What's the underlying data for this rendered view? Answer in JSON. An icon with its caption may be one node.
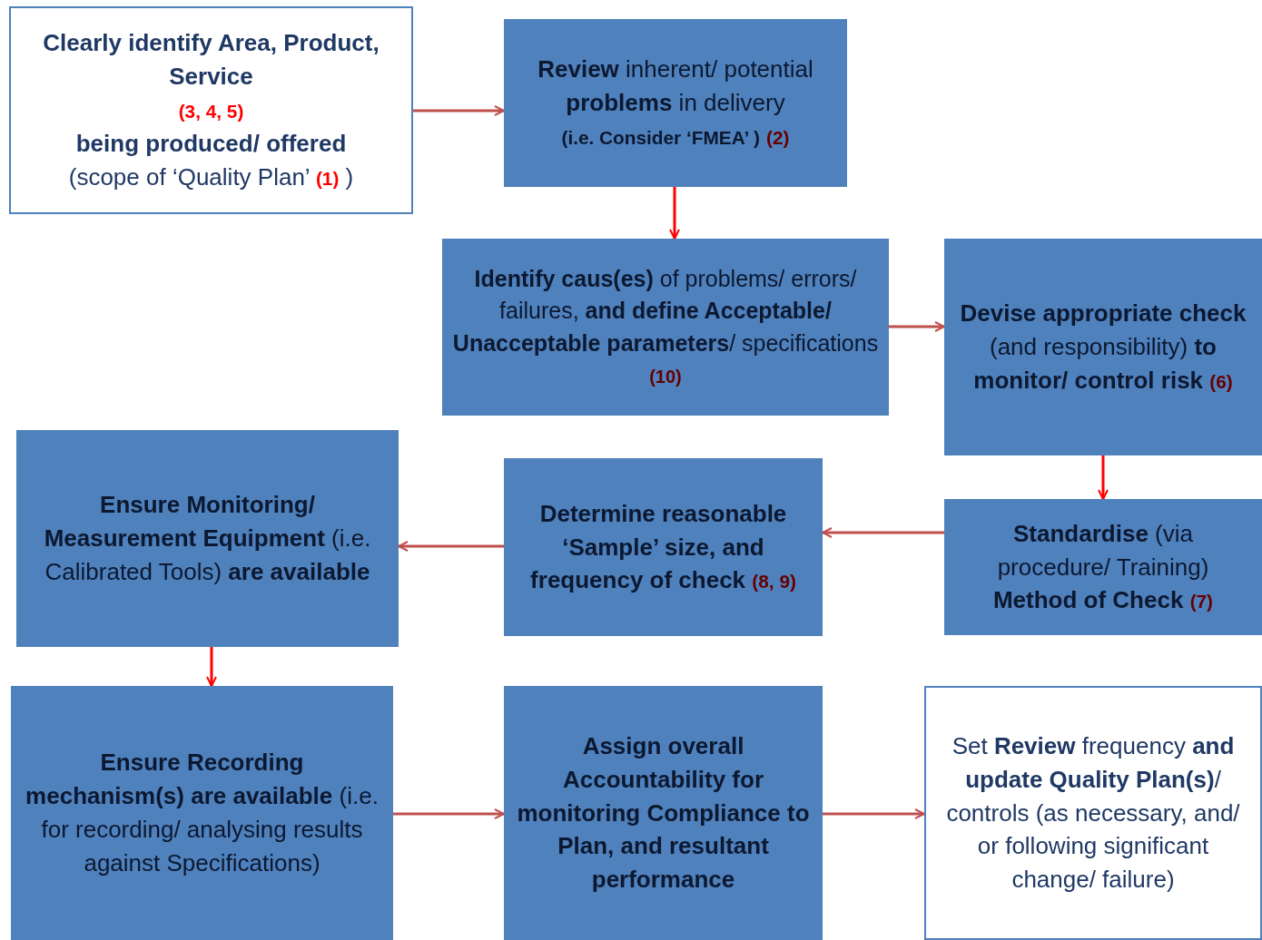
{
  "diagram": {
    "nodes": [
      {
        "text": [
          "Clearly identify Area, Product, Service",
          "(3, 4, 5)",
          "being produced/ offered",
          "(scope of ‘Quality Plan’",
          "(1)",
          ")"
        ]
      },
      {
        "text": [
          "**Review** inherent/ potential **problems** in delivery",
          "(i.e. Consider ‘FMEA’ )",
          "(2)"
        ]
      },
      {
        "text": [
          "**Identify caus(es)** of problems/ errors/ failures, **and define Acceptable/ Unacceptable parameters**/ specifications",
          "(10)"
        ]
      },
      {
        "text": [
          "**Devise appropriate check** (and responsibility) **to monitor/ control risk**",
          "(6)"
        ]
      },
      {
        "text": [
          "**Ensure Monitoring/ Measurement Equipment** (i.e. Calibrated Tools) **are available**"
        ]
      },
      {
        "text": [
          "Determine reasonable ‘Sample’ size, and frequency of check",
          "(8, 9)"
        ]
      },
      {
        "text": [
          "**Standardise** (via procedure/ Training) **Method of Check**",
          "(7)"
        ]
      },
      {
        "text": [
          "**Ensure Recording mechanism(s) are available** (i.e. for recording/ analysing results against Specifications)"
        ]
      },
      {
        "text": [
          "Assign overall Accountability for monitoring Compliance to Plan, and resultant performance"
        ]
      },
      {
        "text": [
          "Set **Review** frequency **and update Quality Plan(s)**/ controls (as necessary, and/ or following significant change/ failure)"
        ]
      }
    ],
    "edges": [
      {
        "from": 0,
        "to": 1,
        "arrow": "to"
      },
      {
        "from": 1,
        "to": 2,
        "arrow": "to",
        "color": "#ff0000"
      },
      {
        "from": 2,
        "to": 3,
        "arrow": "to"
      },
      {
        "from": 3,
        "to": 6,
        "arrow": "to",
        "color": "#ff0000"
      },
      {
        "from": 6,
        "to": 5,
        "arrow": "to"
      },
      {
        "from": 5,
        "to": 4,
        "arrow": "to"
      },
      {
        "from": 4,
        "to": 7,
        "arrow": "to",
        "color": "#ff0000"
      },
      {
        "from": 7,
        "to": 8,
        "arrow": "to"
      },
      {
        "from": 8,
        "to": 9,
        "arrow": "to"
      }
    ]
  }
}
